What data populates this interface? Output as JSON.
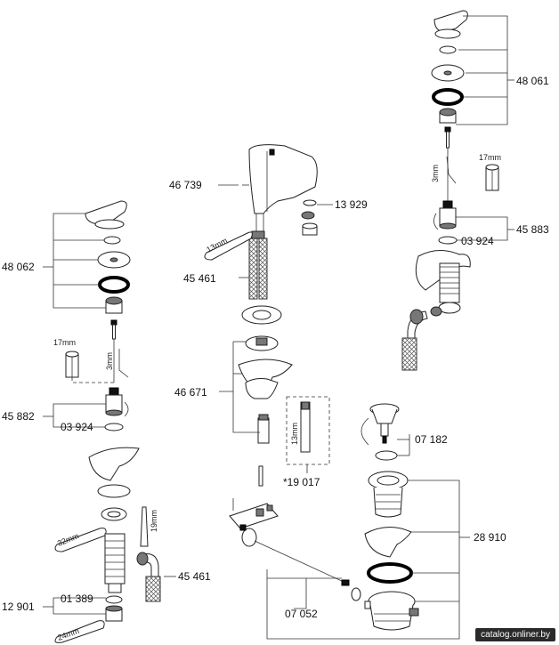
{
  "labels": {
    "handle_right": "48 061",
    "handle_left": "48 062",
    "spout": "46 739",
    "aerator": "13 929",
    "hose_center": "45 461",
    "mount_kit": "46 671",
    "cartridge_right": "45 883",
    "oring_right": "03 924",
    "cartridge_left": "45 882",
    "oring_left": "03 924",
    "hose_left": "45 461",
    "body_left": "12 901",
    "seal_left": "01 389",
    "spare_tool": "*19 017",
    "pop_head": "07 182",
    "waste": "28 910",
    "lever": "07 052"
  },
  "tools": {
    "wrench_13_center": "13mm",
    "socket_13": "13mm",
    "hex_3_right": "3mm",
    "wrench_17_right": "17mm",
    "hex_3_left": "3mm",
    "wrench_17_left": "17mm",
    "wrench_32": "32mm",
    "wrench_19": "19mm",
    "wrench_24": "24mm"
  },
  "watermark": "catalog.onliner.by"
}
